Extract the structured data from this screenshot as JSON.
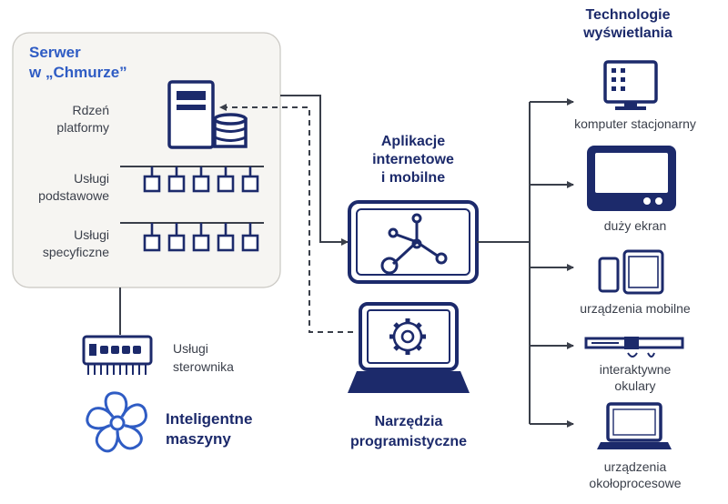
{
  "cloud": {
    "title_line1": "Serwer",
    "title_line2": "w „Chmurze”",
    "core_line1": "Rdzeń",
    "core_line2": "platformy",
    "basic_line1": "Usługi",
    "basic_line2": "podstawowe",
    "specific_line1": "Usługi",
    "specific_line2": "specyficzne"
  },
  "controller": {
    "line1": "Usługi",
    "line2": "sterownika"
  },
  "machines": {
    "line1": "Inteligentne",
    "line2": "maszyny"
  },
  "apps": {
    "line1": "Aplikacje",
    "line2": "internetowe",
    "line3": "i mobilne"
  },
  "tools": {
    "line1": "Narzędzia",
    "line2": "programistyczne"
  },
  "display": {
    "title_line1": "Technologie",
    "title_line2": "wyświetlania",
    "desktop": "komputer stacjonarny",
    "big_screen": "duży ekran",
    "mobile": "urządzenia mobilne",
    "glasses_line1": "interaktywne",
    "glasses_line2": "okulary",
    "edge_line1": "urządzenia",
    "edge_line2": "okołoprocesowe"
  },
  "colors": {
    "navy": "#1c2a6b",
    "cloud_title": "#2f5cc4",
    "cloud_box": "#f6f5f2",
    "line": "#3a3f4a"
  }
}
